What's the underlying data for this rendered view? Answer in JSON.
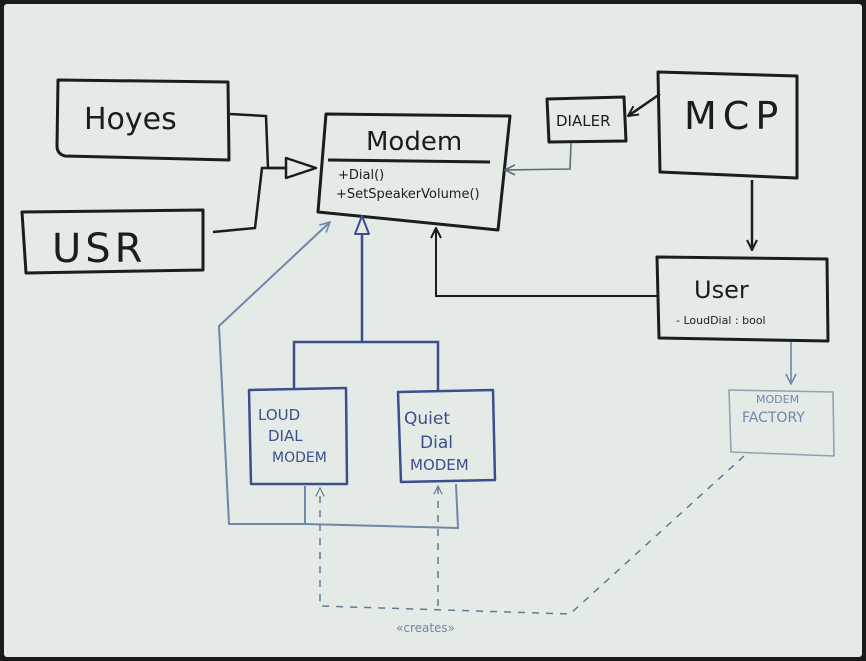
{
  "colors": {
    "paper": "#e4ebe6",
    "black_ink": "#1c1c1c",
    "blue_ink": "#3b4f8c",
    "light_blue_ink": "#6f87a8"
  },
  "boxes": {
    "hayes": {
      "label": "Hoyes"
    },
    "usr": {
      "label": "USR"
    },
    "modem": {
      "label": "Modem",
      "members": [
        "+Dial()",
        "+SetSpeakerVolume()"
      ]
    },
    "dialer": {
      "label": "DIALER"
    },
    "mcp": {
      "label": "MCP"
    },
    "user": {
      "label": "User",
      "members": [
        "- LoudDial : bool"
      ]
    },
    "modem_factory": {
      "label_line1": "MODEM",
      "label_line2": "FACTORY"
    },
    "loud_dial_modem": {
      "lines": [
        "LOUD",
        "DIAL",
        "MODEM"
      ]
    },
    "quiet_dial_modem": {
      "lines": [
        "Quiet",
        "Dial",
        "MODEM"
      ]
    }
  },
  "annotations": {
    "creates": "«creates»"
  }
}
